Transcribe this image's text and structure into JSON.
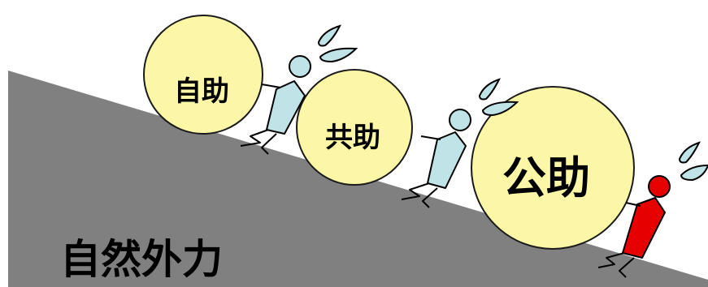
{
  "labels": {
    "self_help": "自助",
    "mutual_help": "共助",
    "public_help": "公助",
    "external_force": "自然外力"
  },
  "colors": {
    "slope": "#808080",
    "ball_fill": "#fbf7a6",
    "ball_stroke": "#1a1a1a",
    "person_fill": "#bfe3e6",
    "person_red": "#e60000",
    "sweat": "#bfe3e6",
    "outline": "#000000"
  }
}
